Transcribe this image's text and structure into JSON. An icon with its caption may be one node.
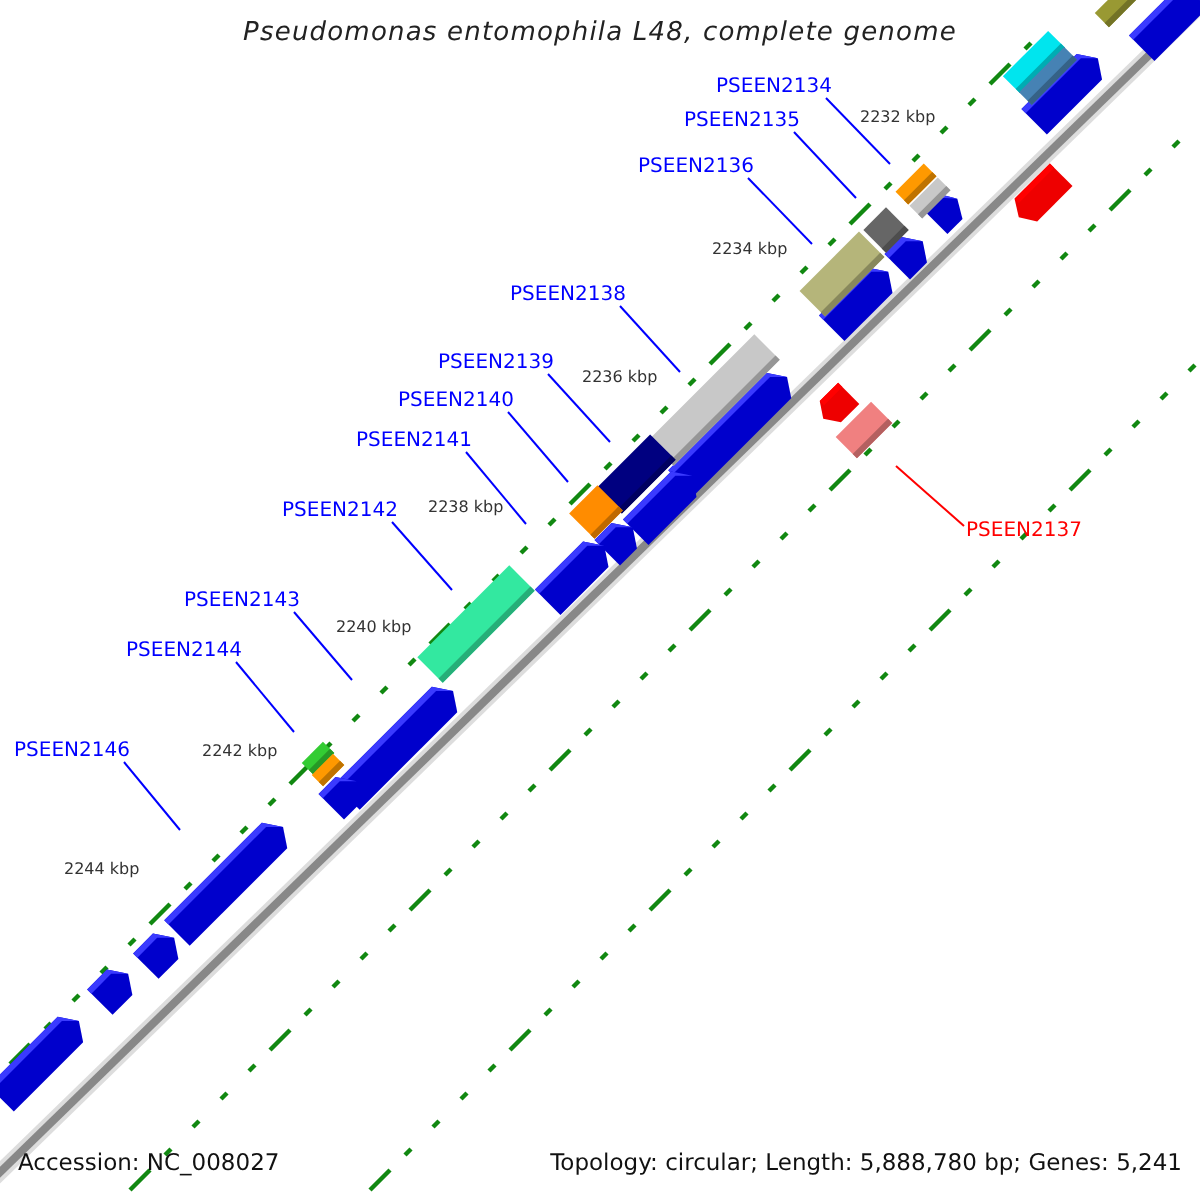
{
  "diagram": {
    "title": "Pseudomonas entomophila L48, complete genome",
    "nodes": [
      {
        "text": [
          "PSEEN2134"
        ]
      },
      {
        "text": [
          "PSEEN2135"
        ]
      },
      {
        "text": [
          "PSEEN2136"
        ]
      },
      {
        "text": [
          "PSEEN2138"
        ]
      },
      {
        "text": [
          "PSEEN2139"
        ]
      },
      {
        "text": [
          "PSEEN2140"
        ]
      },
      {
        "text": [
          "PSEEN2141"
        ]
      },
      {
        "text": [
          "PSEEN2142"
        ]
      },
      {
        "text": [
          "PSEEN2137"
        ]
      },
      {
        "text": [
          "PSEEN2143"
        ]
      },
      {
        "text": [
          "PSEEN2144"
        ]
      },
      {
        "text": [
          "PSEEN2146"
        ]
      }
    ],
    "edges": [
      {
        "from": 0,
        "to": null,
        "arrow": "none"
      },
      {
        "from": 1,
        "to": null,
        "arrow": "none"
      },
      {
        "from": 2,
        "to": null,
        "arrow": "none"
      },
      {
        "from": 3,
        "to": null,
        "arrow": "none"
      },
      {
        "from": 4,
        "to": null,
        "arrow": "none"
      },
      {
        "from": 5,
        "to": null,
        "arrow": "none"
      },
      {
        "from": 6,
        "to": null,
        "arrow": "none"
      },
      {
        "from": 7,
        "to": null,
        "arrow": "none"
      },
      {
        "from": 8,
        "to": null,
        "arrow": "none",
        "color": "#ff0000"
      },
      {
        "from": 9,
        "to": null,
        "arrow": "none"
      },
      {
        "from": 10,
        "to": null,
        "arrow": "none"
      },
      {
        "from": 11,
        "to": null,
        "arrow": "none"
      }
    ],
    "labels": [
      "2232 kbp",
      "2234 kbp",
      "2236 kbp",
      "2238 kbp",
      "2240 kbp",
      "2242 kbp",
      "2244 kbp",
      "Accession: NC_008027",
      "Topology: circular; Length: 5,888,780 bp; Genes: 5,241"
    ]
  }
}
